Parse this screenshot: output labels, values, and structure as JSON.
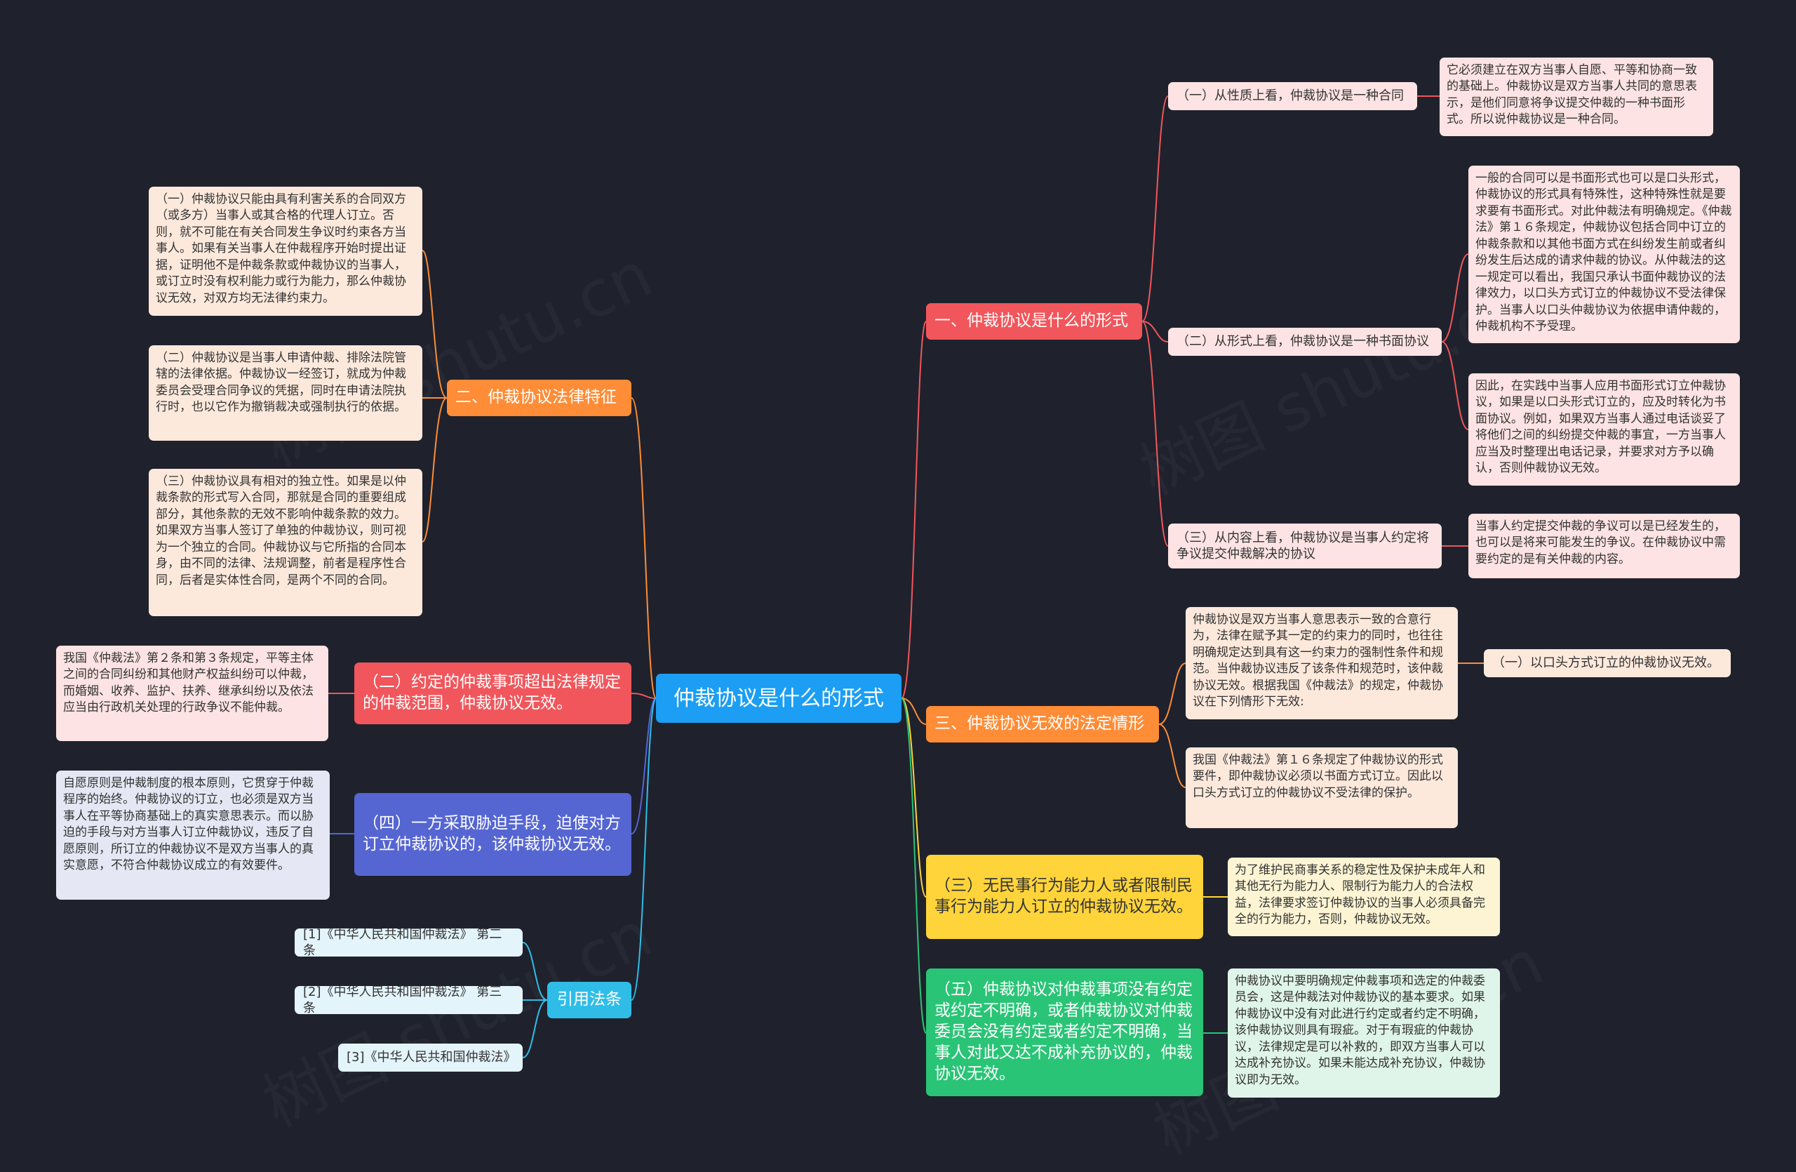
{
  "root": {
    "label": "仲裁协议是什么的形式"
  },
  "watermark": "树图 shutu.cn",
  "colors": {
    "background": "#1f222d",
    "root": "#1b9ef3",
    "red": "#f0565b",
    "orange": "#ff8c36",
    "yellow": "#ffd43a",
    "green": "#2ac476",
    "blue": "#5565d2",
    "cyan": "#2fbde8"
  },
  "right": {
    "b1": {
      "label": "一、仲裁协议是什么的形式",
      "s1": {
        "label": "（一）从性质上看，仲裁协议是一种合同",
        "leaf": "它必须建立在双方当事人自愿、平等和协商一致的基础上。仲裁协议是双方当事人共同的意思表示，是他们同意将争议提交仲裁的一种书面形式。所以说仲裁协议是一种合同。"
      },
      "s2": {
        "label": "（二）从形式上看，仲裁协议是一种书面协议",
        "leaf1": "一般的合同可以是书面形式也可以是口头形式，仲裁协议的形式具有特殊性，这种特殊性就是要求要有书面形式。对此仲裁法有明确规定。《仲裁法》第１６条规定，仲裁协议包括合同中订立的仲裁条款和以其他书面方式在纠纷发生前或者纠纷发生后达成的请求仲裁的协议。从仲裁法的这一规定可以看出，我国只承认书面仲裁协议的法律效力，以口头方式订立的仲裁协议不受法律保护。当事人以口头仲裁协议为依据申请仲裁的，仲裁机构不予受理。",
        "leaf2": "因此，在实践中当事人应用书面形式订立仲裁协议，如果是以口头形式订立的，应及时转化为书面协议。例如，如果双方当事人通过电话谈妥了将他们之间的纠纷提交仲裁的事宜，一方当事人应当及时整理出电话记录，并要求对方予以确认，否则仲裁协议无效。"
      },
      "s3": {
        "label": "（三）从内容上看，仲裁协议是当事人约定将争议提交仲裁解决的协议",
        "leaf": "当事人约定提交仲裁的争议可以是已经发生的，也可以是将来可能发生的争议。在仲裁协议中需要约定的是有关仲裁的内容。"
      }
    },
    "b3": {
      "label": "三、仲裁协议无效的法定情形",
      "leaf1": "仲裁协议是双方当事人意思表示一致的合意行为，法律在赋予其一定的约束力的同时，也往往明确规定达到具有这一约束力的强制性条件和规范。当仲裁协议违反了该条件和规范时，该仲裁协议无效。根据我国《仲裁法》的规定，仲裁协议在下列情形下无效:",
      "leaf1_sub": "（一）以口头方式订立的仲裁协议无效。",
      "leaf2": "我国《仲裁法》第１６条规定了仲裁协议的形式要件，即仲裁协议必须以书面方式订立。因此以口头方式订立的仲裁协议不受法律的保护。"
    },
    "b_yellow": {
      "label": "（三）无民事行为能力人或者限制民事行为能力人订立的仲裁协议无效。",
      "leaf": "为了维护民商事关系的稳定性及保护未成年人和其他无行为能力人、限制行为能力人的合法权益，法律要求签订仲裁协议的当事人必须具备完全的行为能力，否则，仲裁协议无效。"
    },
    "b_green": {
      "label": "（五）仲裁协议对仲裁事项没有约定或约定不明确，或者仲裁协议对仲裁委员会没有约定或者约定不明确，当事人对此又达不成补充协议的，仲裁协议无效。",
      "leaf": "仲裁协议中要明确规定仲裁事项和选定的仲裁委员会，这是仲裁法对仲裁协议的基本要求。如果仲裁协议中没有对此进行约定或者约定不明确，该仲裁协议则具有瑕疵。对于有瑕疵的仲裁协议，法律规定是可以补救的，即双方当事人可以达成补充协议。如果未能达成补充协议，仲裁协议即为无效。"
    }
  },
  "left": {
    "b2": {
      "label": "二、仲裁协议法律特征",
      "leaf1": "（一）仲裁协议只能由具有利害关系的合同双方（或多方）当事人或其合格的代理人订立。否则，就不可能在有关合同发生争议时约束各方当事人。如果有关当事人在仲裁程序开始时提出证据，证明他不是仲裁条款或仲裁协议的当事人，或订立时没有权利能力或行为能力，那么仲裁协议无效，对双方均无法律约束力。",
      "leaf2": "（二）仲裁协议是当事人申请仲裁、排除法院管辖的法律依据。仲裁协议一经签订，就成为仲裁委员会受理合同争议的凭据，同时在申请法院执行时，也以它作为撤销裁决或强制执行的依据。",
      "leaf3": "（三）仲裁协议具有相对的独立性。如果是以仲裁条款的形式写入合同，那就是合同的重要组成部分，其他条款的无效不影响仲裁条款的效力。如果双方当事人签订了单独的仲裁协议，则可视为一个独立的合同。仲裁协议与它所指的合同本身，由不同的法律、法规调整，前者是程序性合同，后者是实体性合同，是两个不同的合同。"
    },
    "b_red": {
      "label": "（二）约定的仲裁事项超出法律规定的仲裁范围，仲裁协议无效。",
      "leaf": "我国《仲裁法》第２条和第３条规定，平等主体之间的合同纠纷和其他财产权益纠纷可以仲裁，而婚姻、收养、监护、扶养、继承纠纷以及依法应当由行政机关处理的行政争议不能仲裁。"
    },
    "b_blue": {
      "label": "（四）一方采取胁迫手段，迫使对方订立仲裁协议的，该仲裁协议无效。",
      "leaf": "自愿原则是仲裁制度的根本原则，它贯穿于仲裁程序的始终。仲裁协议的订立，也必须是双方当事人在平等协商基础上的真实意思表示。而以胁迫的手段与对方当事人订立仲裁协议，违反了自愿原则，所订立的仲裁协议不是双方当事人的真实意愿，不符合仲裁协议成立的有效要件。"
    },
    "b_cite": {
      "label": "引用法条",
      "items": [
        "[1]《中华人民共和国仲裁法》 第二条",
        "[2]《中华人民共和国仲裁法》 第三条",
        "[3]《中华人民共和国仲裁法》"
      ]
    }
  }
}
